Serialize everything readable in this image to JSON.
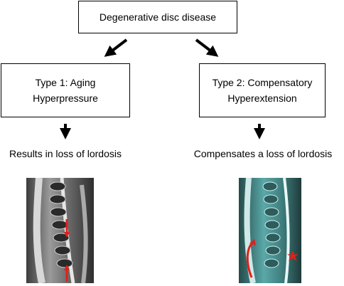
{
  "root": {
    "label": "Degenerative disc disease"
  },
  "type1": {
    "line1": "Type 1: Aging",
    "line2": "Hyperpressure",
    "caption": "Results in loss of lordosis"
  },
  "type2": {
    "line1": "Type 2: Compensatory",
    "line2": "Hyperextension",
    "caption": "Compensates a loss of lordosis"
  },
  "colors": {
    "annotation_red": "#e0201a",
    "mri1_tone": "#8a8a8a",
    "mri2_tone": "#4f9a9a"
  }
}
